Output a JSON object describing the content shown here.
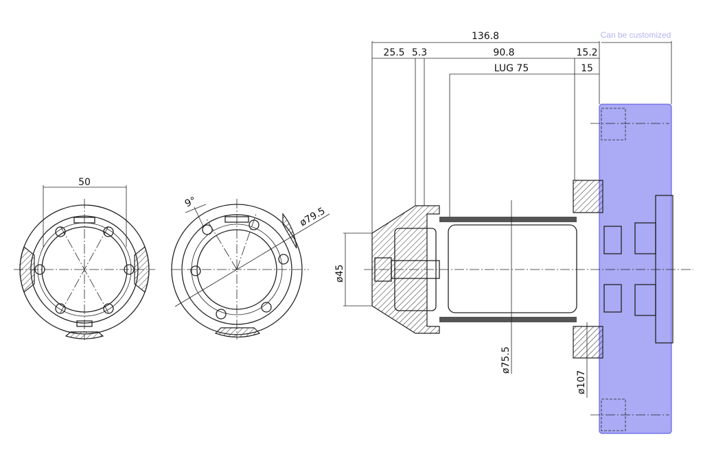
{
  "note": "Can be customized",
  "front_view": {
    "width_dim": "50"
  },
  "rear_view": {
    "angle_dim": "9°",
    "diameter_dim": "ø79.5"
  },
  "side_view": {
    "overall_length": "136.8",
    "segments": [
      "25.5",
      "5.3",
      "90.8",
      "15.2"
    ],
    "lug_length": "LUG 75",
    "flange_offset": "15",
    "shaft_diameter": "ø45",
    "tube_diameter": "ø75.5",
    "flange_diameter": "ø107"
  },
  "colors": {
    "custom_plate_fill": "#aaaaf5",
    "custom_plate_stroke": "#6464e6",
    "note_text": "#b4b4f0"
  }
}
